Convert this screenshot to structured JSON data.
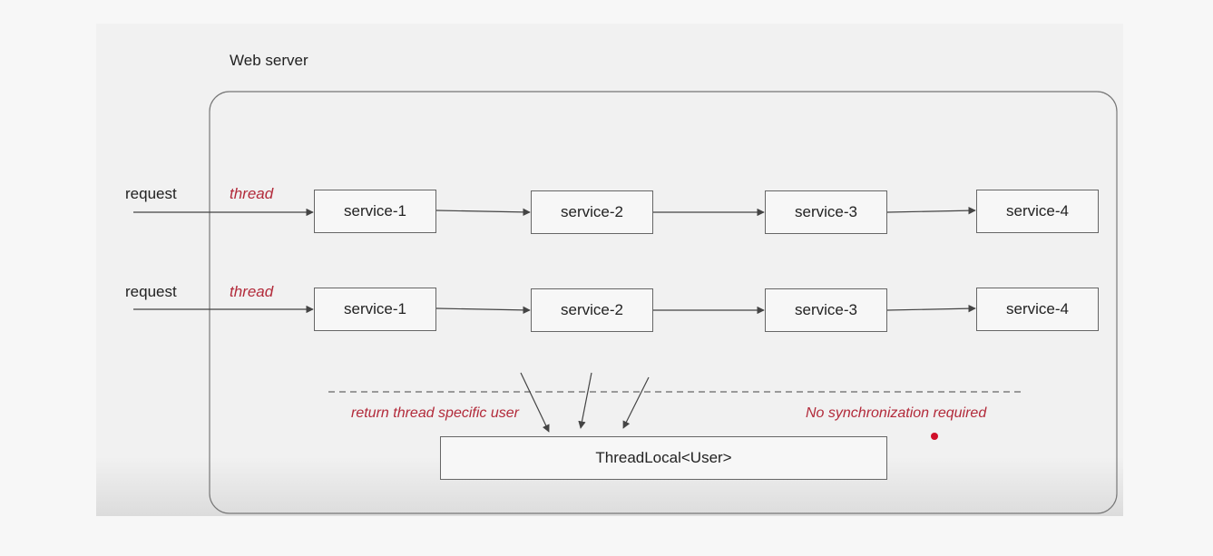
{
  "title": "Web server",
  "rows": [
    {
      "request_label": "request",
      "thread_label": "thread",
      "services": [
        "service-1",
        "service-2",
        "service-3",
        "service-4"
      ]
    },
    {
      "request_label": "request",
      "thread_label": "thread",
      "services": [
        "service-1",
        "service-2",
        "service-3",
        "service-4"
      ]
    }
  ],
  "threadlocal_label": "ThreadLocal<User>",
  "notes": {
    "left": "return thread specific user",
    "right": "No synchronization required"
  },
  "colors": {
    "accent_red": "#b22a3a",
    "line": "#444444"
  }
}
